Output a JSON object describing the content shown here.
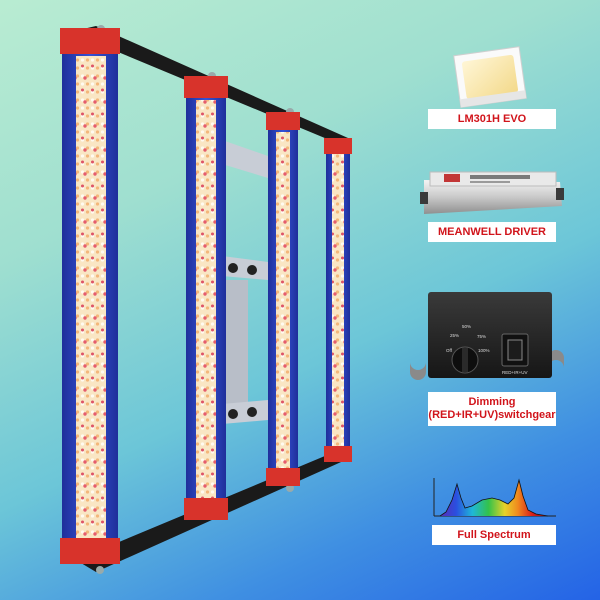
{
  "product": {
    "led_label": "LM301H EVO",
    "driver_label": "MEANWELL DRIVER",
    "dimming_label_line1": "Dimming",
    "dimming_label_line2": "(RED+IR+UV)switchgear",
    "spectrum_label": "Full Spectrum",
    "knob_marks": [
      "25%",
      "50%",
      "75%",
      "100%",
      "Off"
    ],
    "switch_caption": "RED+IR+UV"
  },
  "colors": {
    "bar_frame": "#2a3fbf",
    "end_cap": "#d8332b",
    "led_warm": "#f8e0b0",
    "led_red": "#e8445c",
    "label_text": "#d1141b"
  }
}
